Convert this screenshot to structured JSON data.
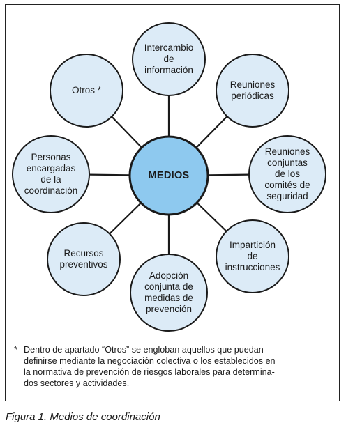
{
  "diagram": {
    "center": "MEDIOS",
    "nodes": [
      "Intercambio\nde\ninformación",
      "Reuniones\nperiódicas",
      "Reuniones\nconjuntas\nde  los\ncomités de\nseguridad",
      "Impartición\nde\ninstrucciones",
      "Adopción\nconjunta de\nmedidas de\nprevención",
      "Recursos\npreventivos",
      "Personas\nencargadas\nde la\ncoordinación",
      "Otros *"
    ],
    "colors": {
      "node_fill": "#dcebf7",
      "center_fill": "#8ec9ef",
      "stroke": "#1a1a1a"
    }
  },
  "footnote": {
    "marker": "*",
    "text": "Dentro de apartado “Otros” se engloban aquellos que puedan\ndefinirse mediante la negociación colectiva o los establecidos en\nla normativa de prevención de riesgos laborales para determina-\ndos sectores y actividades."
  },
  "caption": "Figura 1. Medios de coordinación"
}
